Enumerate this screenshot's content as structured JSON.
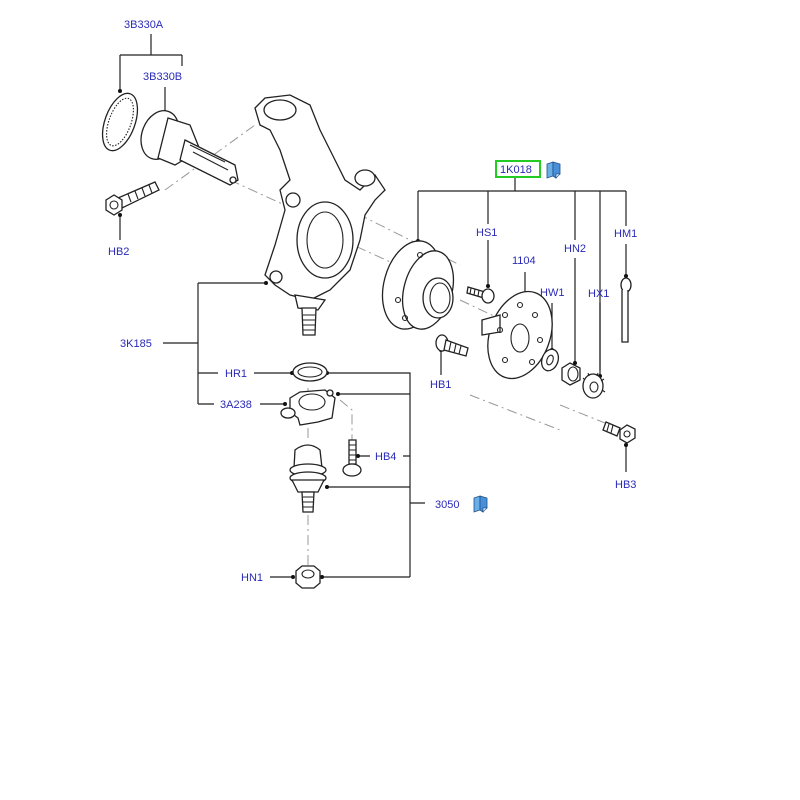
{
  "diagram": {
    "title": "Front wheel knuckle and hub exploded parts diagram",
    "accent_colors": {
      "label_text": "#2a2ab8",
      "selected_outline": "#22cc22",
      "catalog_icon": "#4a90d9"
    },
    "parts": {
      "p3B330A": "3B330A",
      "p3B330B": "3B330B",
      "pHB2": "HB2",
      "p1K018": "1K018",
      "pHS1": "HS1",
      "p1104": "1104",
      "pHW1": "HW1",
      "pHN2": "HN2",
      "pHX1": "HX1",
      "pHM1": "HM1",
      "pHB1": "HB1",
      "pHB3": "HB3",
      "p3K185": "3K185",
      "pHR1": "HR1",
      "p3A238": "3A238",
      "pHB4": "HB4",
      "p3050": "3050",
      "pHN1": "HN1"
    },
    "selected_part": "1K018",
    "icons": {
      "catalog_1K018": "catalog-book-icon",
      "catalog_3050": "catalog-book-icon"
    }
  }
}
